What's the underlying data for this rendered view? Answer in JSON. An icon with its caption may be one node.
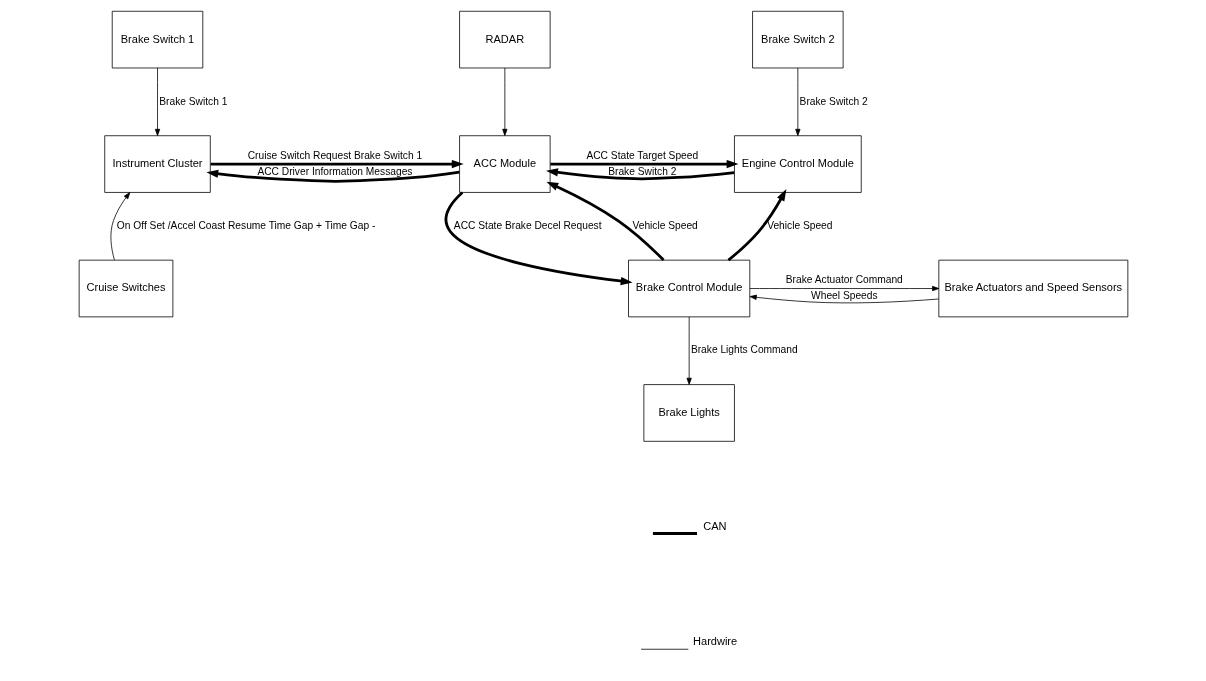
{
  "diagram": {
    "nodes": [
      {
        "text": [
          "Brake Switch 1"
        ]
      },
      {
        "text": [
          "RADAR"
        ]
      },
      {
        "text": [
          "Brake Switch 2"
        ]
      },
      {
        "text": [
          "Instrument Cluster"
        ]
      },
      {
        "text": [
          "ACC Module"
        ]
      },
      {
        "text": [
          "Engine Control Module"
        ]
      },
      {
        "text": [
          "Cruise Switches"
        ]
      },
      {
        "text": [
          "Brake Control Module"
        ]
      },
      {
        "text": [
          "Brake Actuators and Speed Sensors"
        ]
      },
      {
        "text": [
          "Brake Lights"
        ]
      }
    ],
    "edges": [
      {
        "from": 0,
        "to": 3,
        "arrow": "to",
        "label": "Brake Switch 1"
      },
      {
        "from": 1,
        "to": 4,
        "arrow": "to"
      },
      {
        "from": 2,
        "to": 5,
        "arrow": "to",
        "label": "Brake Switch 2"
      },
      {
        "from": 3,
        "to": 4,
        "arrow": "to",
        "label": "Cruise Switch Request Brake Switch 1",
        "style": "thick"
      },
      {
        "from": 4,
        "to": 3,
        "arrow": "to",
        "label": "ACC Driver Information Messages",
        "style": "thick"
      },
      {
        "from": 5,
        "to": 4,
        "arrow": "to",
        "label": "Brake Switch 2",
        "style": "thick"
      },
      {
        "from": 4,
        "to": 5,
        "arrow": "to",
        "label": "ACC State Target Speed",
        "style": "thick"
      },
      {
        "from": 4,
        "to": 7,
        "arrow": "to",
        "label": "ACC State Brake Decel Request",
        "style": "thick"
      },
      {
        "from": 7,
        "to": 4,
        "arrow": "to",
        "label": "Vehicle Speed",
        "style": "thick"
      },
      {
        "from": 7,
        "to": 5,
        "arrow": "to",
        "label": "Vehicle Speed",
        "style": "thick"
      },
      {
        "from": 6,
        "to": 3,
        "arrow": "to",
        "label": "On Off Set /Accel Coast Resume Time Gap + Time Gap -"
      },
      {
        "from": 8,
        "to": 7,
        "arrow": "to",
        "label": "Wheel Speeds"
      },
      {
        "from": 7,
        "to": 8,
        "arrow": "to",
        "label": "Brake Actuator Command"
      },
      {
        "from": 7,
        "to": 9,
        "arrow": "to",
        "label": "Brake Lights Command"
      }
    ],
    "legend": [
      {
        "text": "CAN"
      },
      {
        "text": "Hardwire"
      }
    ]
  }
}
